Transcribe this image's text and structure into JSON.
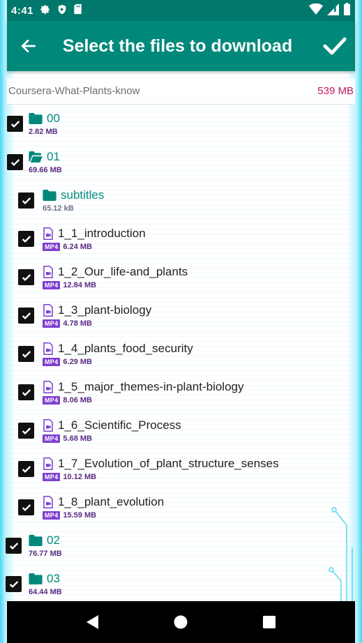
{
  "status_bar": {
    "time": "4:41"
  },
  "app_bar": {
    "title": "Select the files to download"
  },
  "course": {
    "name": "Coursera-What-Plants-know",
    "size": "539 MB"
  },
  "colors": {
    "primary": "#00897b",
    "primary_dark": "#00786c",
    "accent_size": "#c2185b",
    "badge": "#7e3fd0",
    "frame_glow": "#48d8f4"
  },
  "items": [
    {
      "type": "folder",
      "name": "00",
      "size": "2.82 MB",
      "open": false,
      "checked": true
    },
    {
      "type": "folder",
      "name": "01",
      "size": "69.66 MB",
      "open": true,
      "checked": true
    },
    {
      "type": "folder",
      "name": "subtitles",
      "size": "65.12 kB",
      "open": false,
      "checked": true
    },
    {
      "type": "file",
      "name": "1_1_introduction",
      "badge": "MP4",
      "size": "6.24 MB",
      "checked": true
    },
    {
      "type": "file",
      "name": "1_2_Our_life-and_plants",
      "badge": "MP4",
      "size": "12.84 MB",
      "checked": true
    },
    {
      "type": "file",
      "name": "1_3_plant-biology",
      "badge": "MP4",
      "size": "4.78 MB",
      "checked": true
    },
    {
      "type": "file",
      "name": "1_4_plants_food_security",
      "badge": "MP4",
      "size": "6.29 MB",
      "checked": true
    },
    {
      "type": "file",
      "name": "1_5_major_themes-in-plant-biology",
      "badge": "MP4",
      "size": "8.06 MB",
      "checked": true
    },
    {
      "type": "file",
      "name": "1_6_Scientific_Process",
      "badge": "MP4",
      "size": "5.68 MB",
      "checked": true
    },
    {
      "type": "file",
      "name": "1_7_Evolution_of_plant_structure_senses",
      "badge": "MP4",
      "size": "10.12 MB",
      "checked": true
    },
    {
      "type": "file",
      "name": "1_8_plant_evolution",
      "badge": "MP4",
      "size": "15.59 MB",
      "checked": true
    },
    {
      "type": "folder",
      "name": "02",
      "size": "76.77 MB",
      "open": false,
      "checked": true
    },
    {
      "type": "folder",
      "name": "03",
      "size": "64.44 MB",
      "open": false,
      "checked": true
    }
  ]
}
